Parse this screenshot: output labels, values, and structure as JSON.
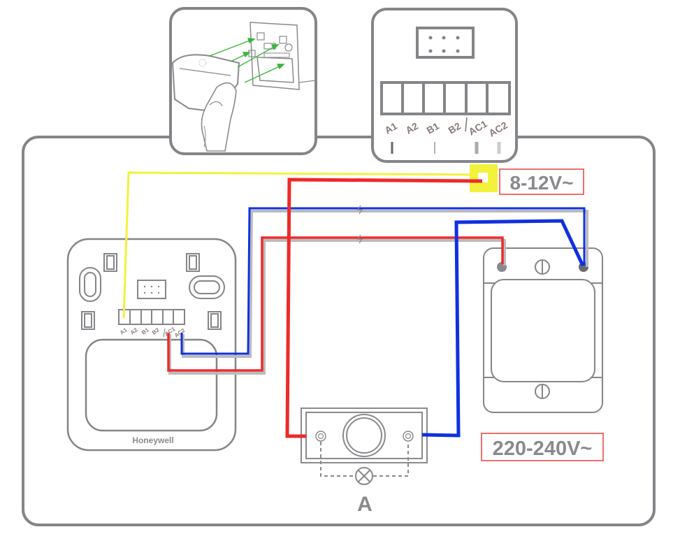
{
  "diagram": {
    "title": "Honeywell thermostat wiring diagram",
    "colors": {
      "outline": "#858589",
      "wire_yellow": "#f2f23c",
      "wire_red": "#ee2a2a",
      "wire_blue": "#1030e0",
      "arrow_green": "#3cb43c",
      "label_border": "#e8413a",
      "label_text": "#8a8a8e"
    },
    "terminal_panel": {
      "terminals": [
        "A1",
        "A2",
        "B1",
        "B2",
        "AC1",
        "AC2"
      ]
    },
    "base_plate": {
      "brand": "Honeywell",
      "terminals": [
        "A1",
        "A2",
        "B1",
        "B2",
        "AC1",
        "AC2"
      ]
    },
    "labels": {
      "low_voltage": "8-12V~",
      "mains_voltage": "220-240V~",
      "switch_label": "A"
    },
    "wires": [
      {
        "color": "yellow",
        "from": "A1",
        "to": "8-12V~ supply"
      },
      {
        "color": "red",
        "from": "8-12V~ supply",
        "to": "switch A"
      },
      {
        "color": "blue",
        "from": "AC2",
        "to": "transformer terminal right"
      },
      {
        "color": "red",
        "from": "AC1",
        "to": "transformer terminal left"
      },
      {
        "color": "blue",
        "from": "switch A",
        "to": "transformer terminal right"
      }
    ]
  }
}
